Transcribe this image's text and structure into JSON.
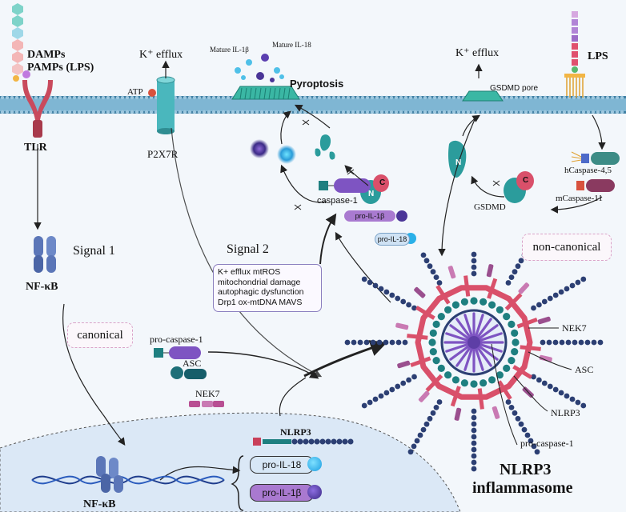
{
  "receptors": {
    "damps": "DAMPs",
    "pamps": "PAMPs (LPS)",
    "tlr": "TLR",
    "p2x7r": "P2X7R",
    "atp": "ATP",
    "lps": "LPS"
  },
  "efflux": {
    "k_efflux_left": "K⁺ efflux",
    "k_efflux_right": "K⁺ efflux"
  },
  "pyroptosis": {
    "title": "Pyroptosis",
    "mature_il1b": "Mature IL-1β",
    "mature_il18": "Mature IL-18",
    "gsdmd_pore": "GSDMD pore"
  },
  "signals": {
    "signal1": "Signal 1",
    "signal2": "Signal 2",
    "canonical": "canonical",
    "non_canonical": "non-canonical"
  },
  "triggers": [
    "K+ efflux mtROS",
    "mitochondrial damage",
    "autophagic dysfunction",
    "Drp1 ox-mtDNA MAVS"
  ],
  "proteins": {
    "nfkb_top": "NF-κB",
    "nfkb_bottom": "NF-κB",
    "caspase1": "caspase-1",
    "pro_il1b": "pro-IL-1β",
    "pro_il18": "pro-IL-18",
    "gsdmd": "GSDMD",
    "hcaspase": "hCaspase-4,5",
    "mcaspase": "mCaspase-11",
    "pro_caspase1": "pro-caspase-1",
    "asc": "ASC",
    "nek7": "NEK7",
    "nlrp3": "NLRP3",
    "gsdmd_n": "N",
    "gsdmd_c": "C"
  },
  "nucleus": {
    "nlrp3": "NLRP3",
    "pro_il18": "pro-IL-18",
    "pro_il1b": "pro-IL-1β"
  },
  "inflammasome": {
    "title_line1": "NLRP3",
    "title_line2": "inflammasome",
    "callout_nek7": "NEK7",
    "callout_asc": "ASC",
    "callout_nlrp3": "NLRP3",
    "callout_procasp": "pro-caspase-1"
  },
  "colors": {
    "membrane": "#6aa9c9",
    "membrane_dark": "#3f7fa3",
    "nucleus_fill": "#dce9f7",
    "nlrp3_red": "#d9506a",
    "asc_teal": "#1e7f80",
    "asc_navy": "#2c3f73",
    "caspase_purple": "#8a5bc4",
    "pink_marker": "#e8a2c8",
    "tlr_red": "#c94a5d",
    "p2x7r_teal": "#4ab7bd"
  }
}
